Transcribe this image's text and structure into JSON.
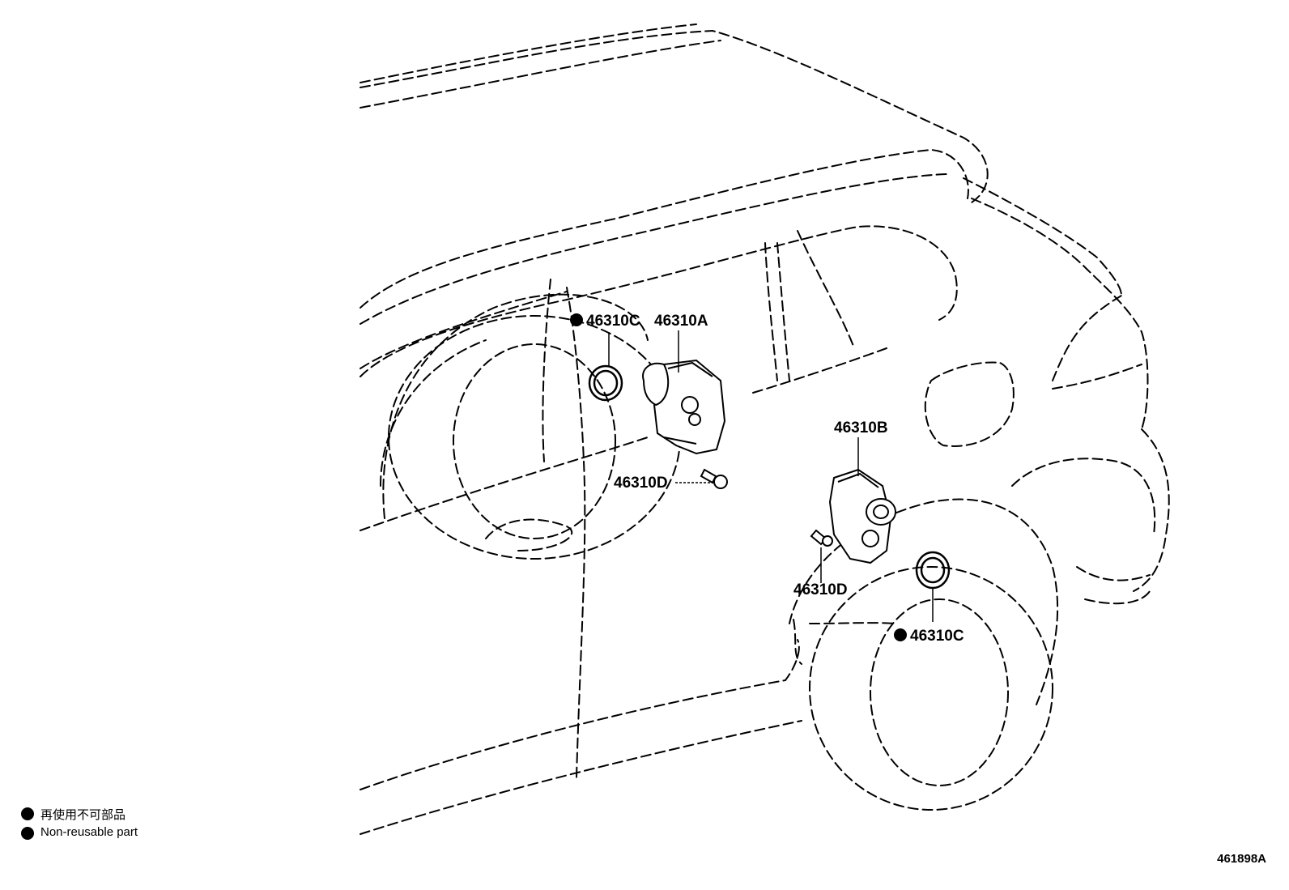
{
  "diagram": {
    "id": "461898A",
    "callouts": {
      "c1": {
        "text": "46310C",
        "non_reusable": true
      },
      "a": {
        "text": "46310A",
        "non_reusable": false
      },
      "d1": {
        "text": "46310D",
        "non_reusable": false
      },
      "b": {
        "text": "46310B",
        "non_reusable": false
      },
      "d2": {
        "text": "46310D",
        "non_reusable": false
      },
      "c2": {
        "text": "46310C",
        "non_reusable": true
      }
    }
  },
  "legend": {
    "items": [
      {
        "symbol": "black-dot",
        "label": "再使用不可部品"
      },
      {
        "symbol": "black-dot",
        "label": "Non-reusable part"
      }
    ]
  }
}
